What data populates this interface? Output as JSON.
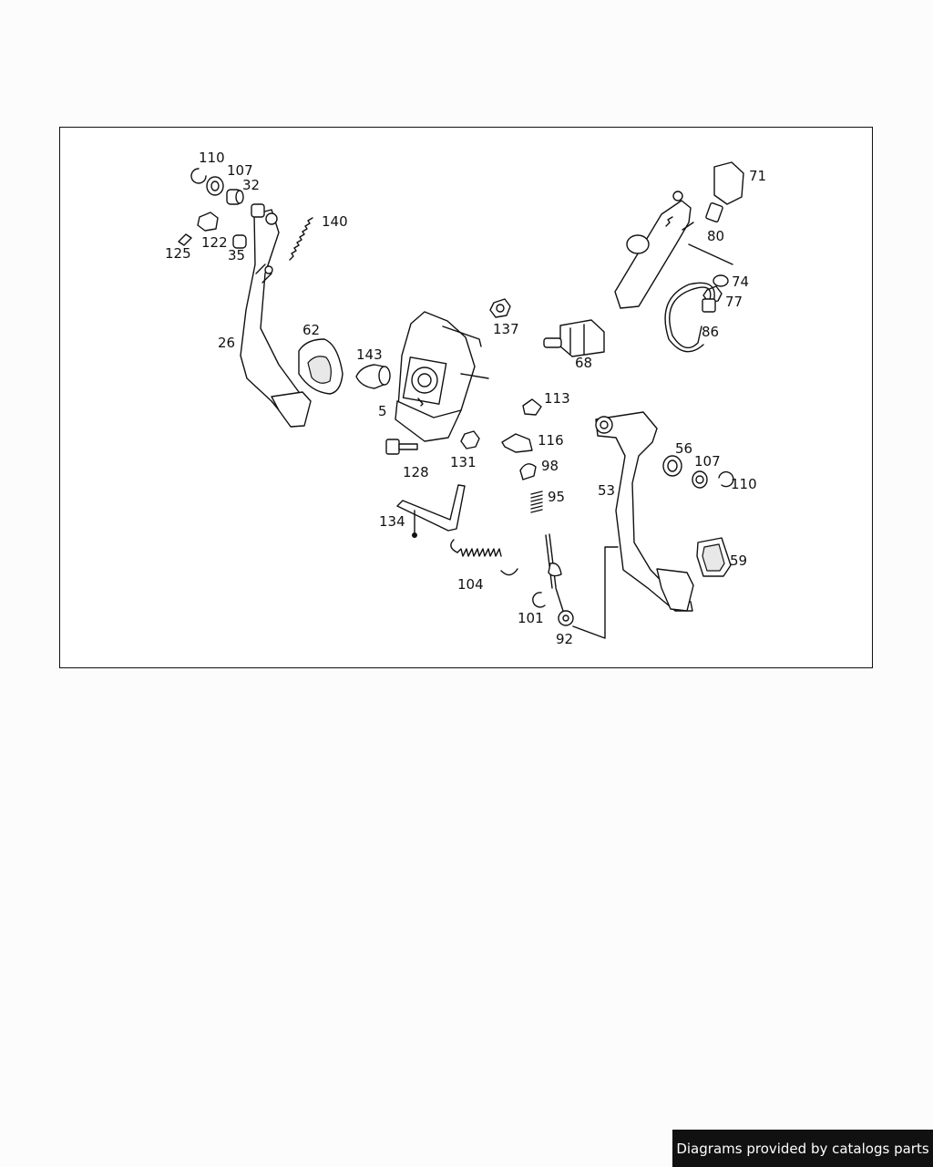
{
  "credit": "Diagrams provided by catalogs parts",
  "part_labels": [
    "110",
    "107",
    "32",
    "140",
    "125",
    "122",
    "35",
    "26",
    "62",
    "143",
    "5",
    "128",
    "131",
    "137",
    "68",
    "71",
    "80",
    "74",
    "77",
    "86",
    "113",
    "116",
    "98",
    "95",
    "134",
    "104",
    "101",
    "92",
    "53",
    "56",
    "107",
    "110",
    "59"
  ]
}
